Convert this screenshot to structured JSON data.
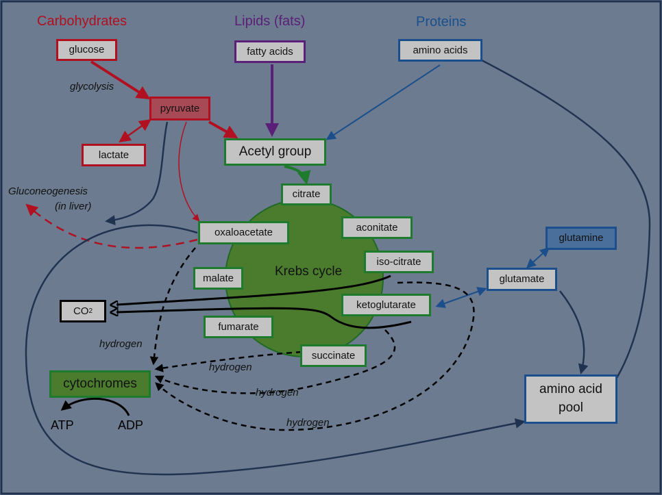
{
  "headings": {
    "carbohydrates": "Carbohydrates",
    "lipids": "Lipids (fats)",
    "proteins": "Proteins"
  },
  "nodes": {
    "glucose": "glucose",
    "fatty_acids": "fatty acids",
    "amino_acids": "amino acids",
    "pyruvate": "pyruvate",
    "lactate": "lactate",
    "acetyl_group": "Acetyl group",
    "citrate": "citrate",
    "aconitate": "aconitate",
    "oxaloacetate": "oxaloacetate",
    "iso_citrate": "iso-citrate",
    "malate": "malate",
    "ketoglutarate": "ketoglutarate",
    "fumarate": "fumarate",
    "succinate": "succinate",
    "glutamine": "glutamine",
    "glutamate": "glutamate",
    "co2": "CO",
    "co2_subscript": "2",
    "cytochromes": "cytochromes",
    "amino_acid_pool": "amino acid pool"
  },
  "labels": {
    "glycolysis": "glycolysis",
    "gluconeogenesis": "Gluconeogenesis",
    "in_liver": "(in liver)",
    "krebs_cycle": "Krebs cycle",
    "hydrogen_1": "hydrogen",
    "hydrogen_2": "hydrogen",
    "hydrogen_3": "hydrogen",
    "hydrogen_4": "hydrogen",
    "atp": "ATP",
    "adp": "ADP"
  },
  "colors": {
    "background": "#6c7b8f",
    "carbohydrate": "#b01020",
    "lipid": "#5a2078",
    "protein": "#1a4f8c",
    "krebs": "#1e7a2c",
    "krebs_fill": "#4b7c2e",
    "pathway": "#1f3350"
  }
}
